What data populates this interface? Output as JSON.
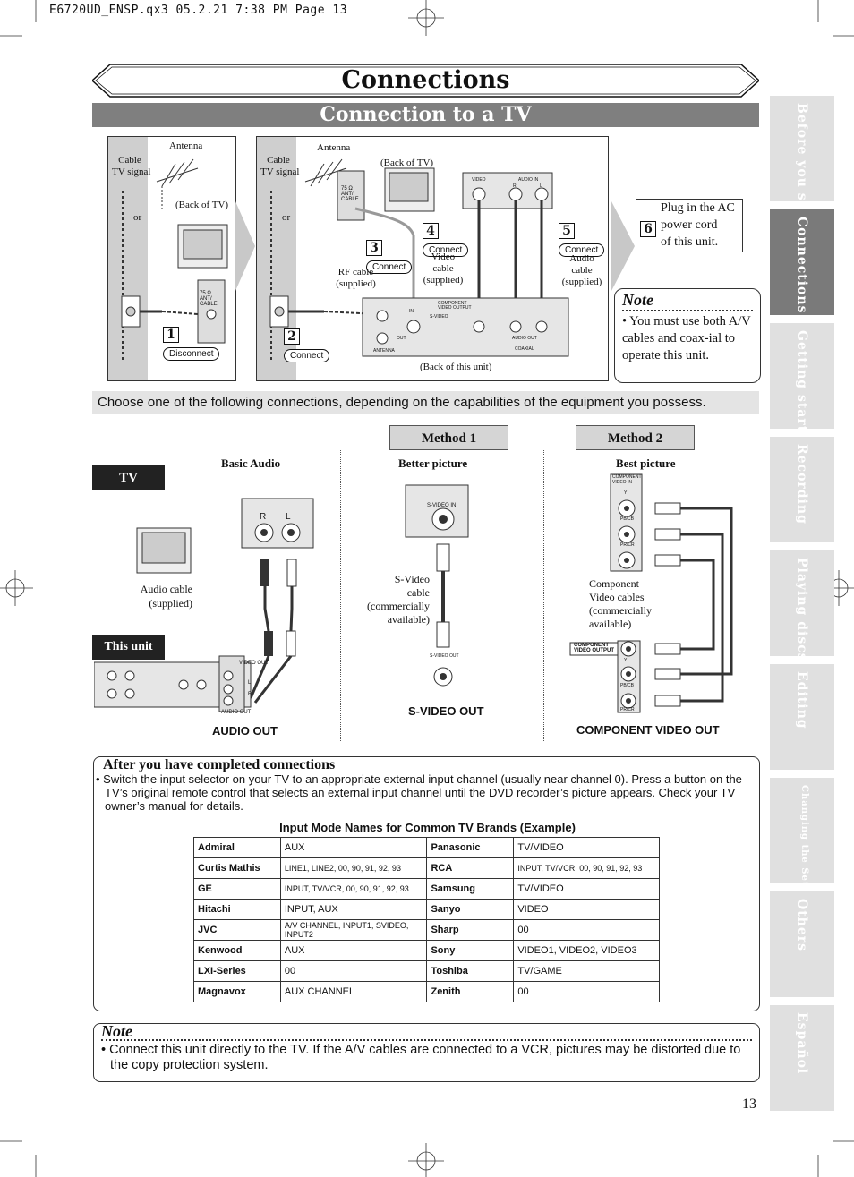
{
  "print_header": "E6720UD_ENSP.qx3   05.2.21 7:38 PM   Page 13",
  "title": "Connections",
  "subtitle": "Connection to a TV",
  "side_tabs": [
    {
      "label": "Before you start",
      "active": false
    },
    {
      "label": "Connections",
      "active": true
    },
    {
      "label": "Getting started",
      "active": false
    },
    {
      "label": "Recording",
      "active": false
    },
    {
      "label": "Playing discs",
      "active": false
    },
    {
      "label": "Editing",
      "active": false
    },
    {
      "label": "Changing the Setting menu",
      "active": false
    },
    {
      "label": "Others",
      "active": false
    },
    {
      "label": "Español",
      "active": false
    }
  ],
  "diagram1": {
    "cable_tv_signal": "Cable\nTV signal",
    "antenna": "Antenna",
    "or": "or",
    "back_of_tv": "(Back of TV)",
    "ant_label": "75 Ω\nANT/\nCABLE",
    "step1_num": "1",
    "step1_label": "Disconnect"
  },
  "diagram2": {
    "cable_tv_signal": "Cable\nTV signal",
    "antenna": "Antenna",
    "or": "or",
    "back_of_tv": "(Back of TV)",
    "ant_label": "75 Ω\nANT/\nCABLE",
    "tv_jacks": [
      "VIDEO",
      "AUDIO IN",
      "R",
      "L"
    ],
    "step2_num": "2",
    "step2_label": "Connect",
    "step3_num": "3",
    "step3_label": "Connect",
    "rf_cable": "RF cable\n(supplied)",
    "step4_num": "4",
    "step4_label": "Connect",
    "video_cable": "Video\ncable\n(supplied)",
    "step5_num": "5",
    "step5_label": "Connect",
    "audio_cable": "Audio\ncable\n(supplied)",
    "back_of_unit": "(Back of this unit)",
    "unit_jack_labels": [
      "IN",
      "OUT",
      "ANTENNA",
      "S-VIDEO",
      "COMPONENT\nVIDEO OUTPUT",
      "AUDIO OUT",
      "COAXIAL"
    ]
  },
  "step6": {
    "num": "6",
    "text": "Plug in the AC\npower cord\nof this unit."
  },
  "note1": {
    "title": "Note",
    "text": "• You must use both A/V cables and coax-ial to operate this unit."
  },
  "choose_text": "Choose one of the following connections, depending on the capabilities of the equipment you possess.",
  "method1": "Method 1",
  "method2": "Method 2",
  "tv_tag": "TV",
  "this_unit_tag": "This unit",
  "basic_audio": {
    "heading": "Basic Audio",
    "jack_r": "R",
    "jack_l": "L",
    "cable_label": "Audio cable\n(supplied)",
    "unit_labels": [
      "VIDEO OUT",
      "L",
      "R",
      "AUDIO OUT"
    ],
    "out_label": "AUDIO OUT"
  },
  "better_picture": {
    "heading": "Better picture",
    "svideo_in": "S-VIDEO IN",
    "cable_label": "S-Video\ncable\n(commercially\navailable)",
    "svideo_out_small": "S-VIDEO OUT",
    "out_label": "S-VIDEO OUT"
  },
  "best_picture": {
    "heading": "Best picture",
    "component_in": "COMPONENT\nVIDEO IN",
    "jacks_in": [
      "Y",
      "PB/CB",
      "PR/CR"
    ],
    "cable_label": "Component\nVideo cables\n(commercially\navailable)",
    "component_out": "COMPONENT\nVIDEO OUTPUT",
    "jacks_out": [
      "Y",
      "PB/CB",
      "PR/CR"
    ],
    "out_label": "COMPONENT VIDEO OUT"
  },
  "after": {
    "title": "After you have completed connections",
    "text": "• Switch the input selector on your TV to an appropriate external input channel (usually near channel 0). Press a button on the TV’s original remote control that selects an external input channel until the DVD recorder’s picture appears. Check your TV owner’s manual for details.",
    "table_title": "Input Mode Names for Common TV Brands (Example)",
    "rows": [
      {
        "b1": "Admiral",
        "v1": "AUX",
        "b2": "Panasonic",
        "v2": "TV/VIDEO"
      },
      {
        "b1": "Curtis Mathis",
        "v1": "LINE1, LINE2, 00, 90, 91, 92, 93",
        "b2": "RCA",
        "v2": "INPUT, TV/VCR, 00, 90, 91, 92, 93"
      },
      {
        "b1": "GE",
        "v1": "INPUT, TV/VCR, 00, 90, 91, 92, 93",
        "b2": "Samsung",
        "v2": "TV/VIDEO"
      },
      {
        "b1": "Hitachi",
        "v1": "INPUT, AUX",
        "b2": "Sanyo",
        "v2": "VIDEO"
      },
      {
        "b1": "JVC",
        "v1": "A/V CHANNEL, INPUT1, SVIDEO, INPUT2",
        "b2": "Sharp",
        "v2": "00"
      },
      {
        "b1": "Kenwood",
        "v1": "AUX",
        "b2": "Sony",
        "v2": "VIDEO1, VIDEO2, VIDEO3"
      },
      {
        "b1": "LXI-Series",
        "v1": "00",
        "b2": "Toshiba",
        "v2": "TV/GAME"
      },
      {
        "b1": "Magnavox",
        "v1": "AUX CHANNEL",
        "b2": "Zenith",
        "v2": "00"
      }
    ]
  },
  "note2": {
    "title": "Note",
    "text": "• Connect this unit directly to the TV. If the A/V cables are connected to a VCR, pictures may be distorted due to the copy protection system."
  },
  "page_number": "13"
}
